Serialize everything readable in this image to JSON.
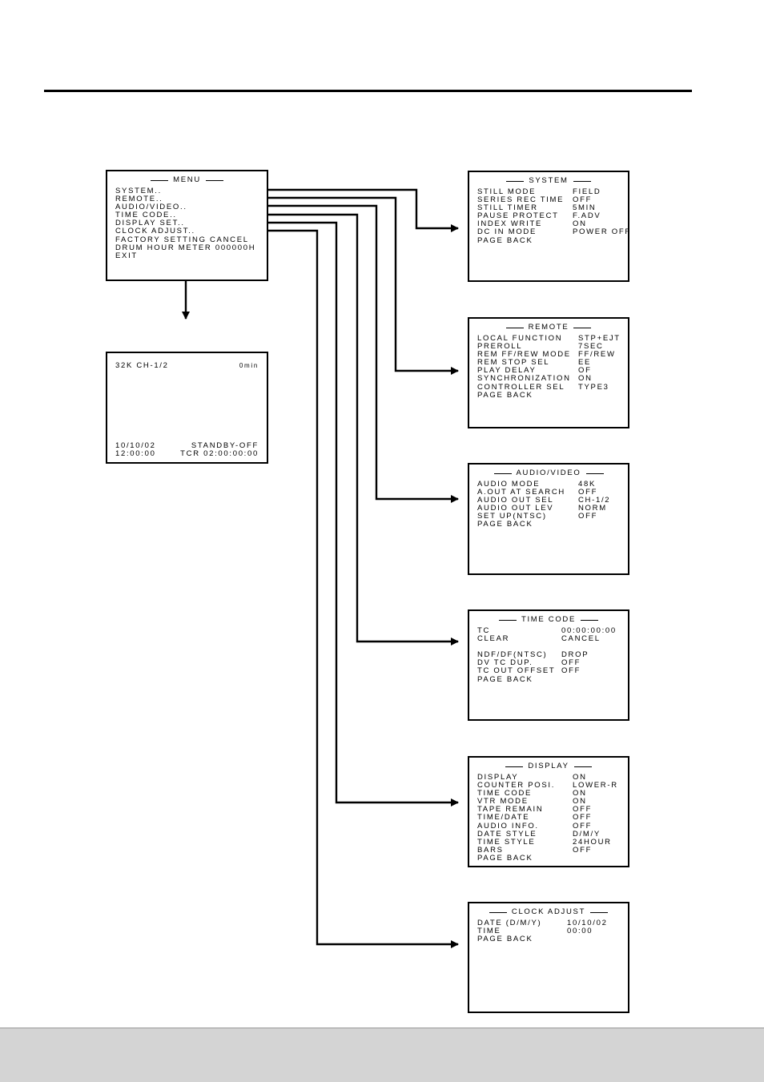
{
  "menu": {
    "title": "MENU",
    "items": [
      {
        "label": "SYSTEM.."
      },
      {
        "label": "REMOTE.."
      },
      {
        "label": "AUDIO/VIDEO.."
      },
      {
        "label": "TIME CODE.."
      },
      {
        "label": "DISPLAY SET.."
      },
      {
        "label": "CLOCK ADJUST.."
      },
      {
        "label": "FACTORY SETTING CANCEL"
      },
      {
        "label": "DRUM HOUR METER 000000H"
      },
      {
        "label": "EXIT"
      }
    ]
  },
  "status_screen": {
    "audio": "32K CH-1/2",
    "remain": "0min",
    "date": "10/10/02",
    "standby": "STANDBY-OFF",
    "time": "12:00:00",
    "tcr": "TCR 02:00:00:00"
  },
  "submenus": {
    "system": {
      "title": "SYSTEM",
      "rows": [
        {
          "label": "STILL MODE",
          "value": "FIELD"
        },
        {
          "label": "SERIES REC TIME",
          "value": "OFF"
        },
        {
          "label": "STILL TIMER",
          "value": "5MIN"
        },
        {
          "label": "PAUSE PROTECT",
          "value": "F.ADV"
        },
        {
          "label": "INDEX WRITE",
          "value": "ON"
        },
        {
          "label": "DC IN MODE",
          "value": "POWER OFF"
        },
        {
          "label": "PAGE BACK",
          "value": ""
        }
      ]
    },
    "remote": {
      "title": "REMOTE",
      "rows": [
        {
          "label": "LOCAL FUNCTION",
          "value": "STP+EJT"
        },
        {
          "label": "PREROLL",
          "value": "7SEC"
        },
        {
          "label": "REM FF/REW MODE",
          "value": "FF/REW"
        },
        {
          "label": "REM STOP SEL",
          "value": "EE"
        },
        {
          "label": "PLAY DELAY",
          "value": "OF"
        },
        {
          "label": "SYNCHRONIZATION",
          "value": "ON"
        },
        {
          "label": "CONTROLLER SEL",
          "value": "TYPE3"
        },
        {
          "label": "PAGE BACK",
          "value": ""
        }
      ]
    },
    "audio_video": {
      "title": "AUDIO/VIDEO",
      "rows": [
        {
          "label": "AUDIO MODE",
          "value": "48K"
        },
        {
          "label": "A.OUT AT SEARCH",
          "value": "OFF"
        },
        {
          "label": "AUDIO OUT SEL",
          "value": "CH-1/2"
        },
        {
          "label": "AUDIO OUT LEV",
          "value": "NORM"
        },
        {
          "label": "SET UP(NTSC)",
          "value": "OFF"
        },
        {
          "label": "PAGE BACK",
          "value": ""
        }
      ]
    },
    "time_code": {
      "title": "TIME CODE",
      "rows": [
        {
          "label": "TC",
          "value": "00:00:00:00"
        },
        {
          "label": "CLEAR",
          "value": "CANCEL"
        },
        {
          "label": "",
          "value": ""
        },
        {
          "label": "NDF/DF(NTSC)",
          "value": "DROP"
        },
        {
          "label": "DV TC DUP.",
          "value": "OFF"
        },
        {
          "label": "TC OUT OFFSET",
          "value": "OFF"
        },
        {
          "label": "PAGE BACK",
          "value": ""
        }
      ]
    },
    "display": {
      "title": "DISPLAY",
      "rows": [
        {
          "label": "DISPLAY",
          "value": "ON"
        },
        {
          "label": "COUNTER POSI.",
          "value": "LOWER-R"
        },
        {
          "label": "TIME CODE",
          "value": "ON"
        },
        {
          "label": "VTR MODE",
          "value": "ON"
        },
        {
          "label": "TAPE REMAIN",
          "value": "OFF"
        },
        {
          "label": "TIME/DATE",
          "value": "OFF"
        },
        {
          "label": "AUDIO INFO.",
          "value": "OFF"
        },
        {
          "label": "DATE STYLE",
          "value": "D/M/Y"
        },
        {
          "label": "TIME STYLE",
          "value": "24HOUR"
        },
        {
          "label": "BARS",
          "value": "OFF"
        },
        {
          "label": "PAGE BACK",
          "value": ""
        }
      ]
    },
    "clock_adjust": {
      "title": "CLOCK ADJUST",
      "rows": [
        {
          "label": "DATE (D/M/Y)",
          "value": "10/10/02"
        },
        {
          "label": "TIME",
          "value": "00:00"
        },
        {
          "label": "PAGE BACK",
          "value": ""
        }
      ]
    }
  }
}
